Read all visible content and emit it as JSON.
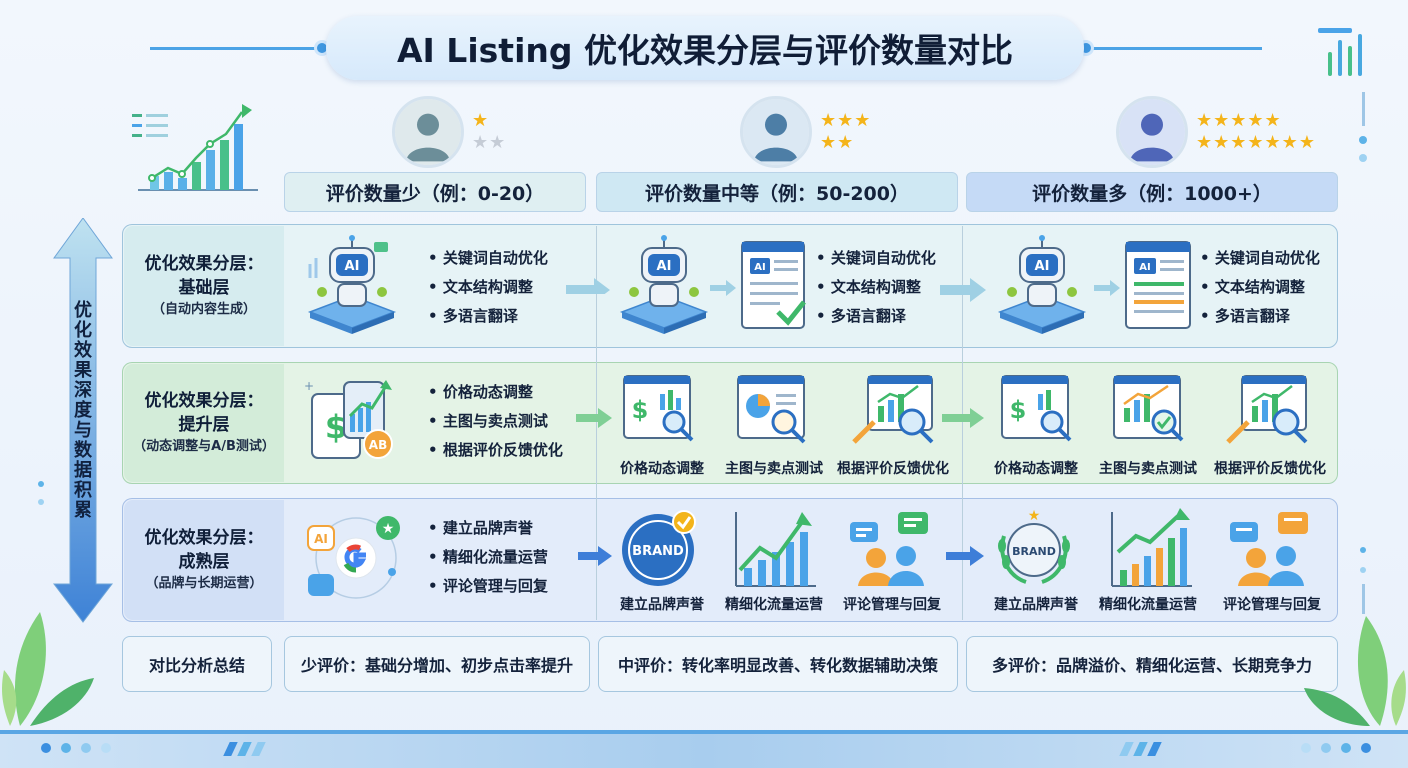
{
  "title": "AI Listing 优化效果分层与评价数量对比",
  "axis_label": "优化效果深度与数据积累",
  "columns": [
    {
      "header": "评价数量少（例：0-20）",
      "stars_on": 1,
      "stars_off": 2,
      "star_color": "#f4b41a"
    },
    {
      "header": "评价数量中等（例：50-200）",
      "stars_on": 5,
      "stars_off": 0,
      "star_color": "#f4b41a"
    },
    {
      "header": "评价数量多（例：1000+）",
      "stars_on": 12,
      "stars_off": 0,
      "star_color": "#f4b41a"
    }
  ],
  "rows": [
    {
      "label_1": "优化效果分层：",
      "label_2": "基础层",
      "label_3": "（自动内容生成）",
      "bullets": [
        "关键词自动优化",
        "文本结构调整",
        "多语言翻译"
      ]
    },
    {
      "label_1": "优化效果分层：",
      "label_2": "提升层",
      "label_3": "（动态调整与A/B测试）",
      "bullets": [
        "价格动态调整",
        "主图与卖点测试",
        "根据评价反馈优化"
      ],
      "captions": [
        "价格动态调整",
        "主图与卖点测试",
        "根据评价反馈优化"
      ],
      "ab_badge": "AB"
    },
    {
      "label_1": "优化效果分层：",
      "label_2": "成熟层",
      "label_3": "（品牌与长期运营）",
      "bullets": [
        "建立品牌声誉",
        "精细化流量运营",
        "评论管理与回复"
      ],
      "captions": [
        "建立品牌声誉",
        "精细化流量运营",
        "评论管理与回复"
      ],
      "brand_text": "BRAND"
    }
  ],
  "ai_text": "AI",
  "summary": {
    "label": "对比分析总结",
    "items": [
      "少评价：基础分增加、初步点击率提升",
      "中评价：转化率明显改善、转化数据辅助决策",
      "多评价：品牌溢价、精细化运营、长期竞争力"
    ]
  },
  "colors": {
    "accent_blue": "#3f97e0",
    "green": "#3fb86a",
    "orange": "#f3a43a"
  }
}
